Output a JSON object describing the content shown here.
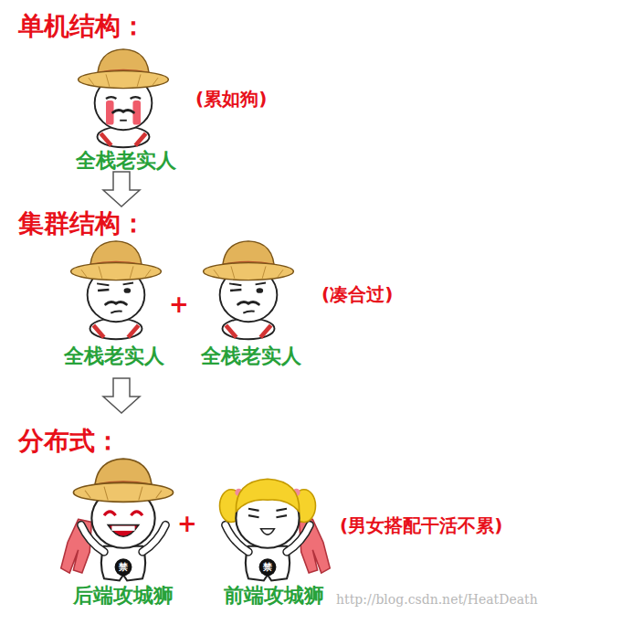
{
  "diagram": {
    "labels": [
      "单机结构：",
      "(累如狗)",
      "全栈老实人",
      "集群结构：",
      "+",
      "(凑合过)",
      "全栈老实人",
      "全栈老实人",
      "分布式：",
      "+",
      "(男女搭配干活不累)",
      "禁",
      "禁",
      "后端攻城狮",
      "前端攻城狮",
      "http://blog.csdn.net/HeatDeath"
    ]
  }
}
